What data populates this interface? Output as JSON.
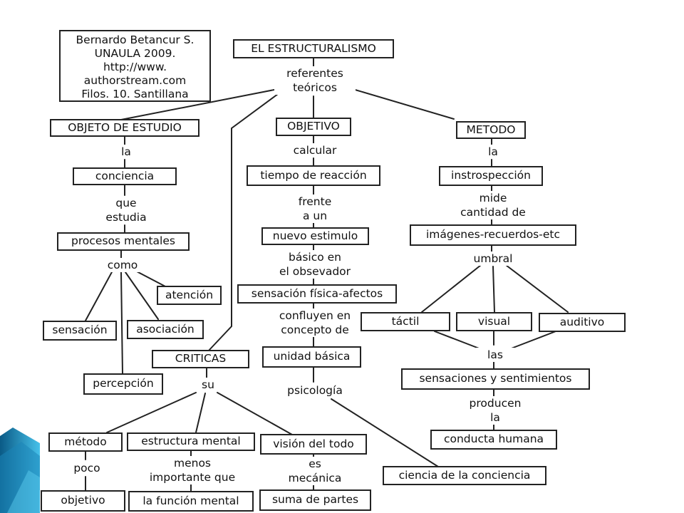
{
  "palette": {
    "line": "#222222",
    "side_gradient_start": "#0a5a86",
    "side_gradient_end": "#46c1ea"
  },
  "credit": [
    "Bernardo Betancur S.",
    "UNAULA 2009.",
    "http://www.",
    "authorstream.com",
    "Filos. 10. Santillana"
  ],
  "root": {
    "title": "EL ESTRUCTURALISMO",
    "link": [
      "referentes",
      "teóricos"
    ]
  },
  "objeto": {
    "title": "OBJETO DE ESTUDIO",
    "link1": "la",
    "concept1": "conciencia",
    "link2": [
      "que",
      "estudia"
    ],
    "concept2": "procesos mentales",
    "link3": "como",
    "items": [
      "atención",
      "sensación",
      "asociación",
      "percepción"
    ]
  },
  "objetivo": {
    "title": "OBJETIVO",
    "link1": "calcular",
    "concept1": "tiempo de reacción",
    "link2": [
      "frente",
      "a un"
    ],
    "concept2": "nuevo estimulo",
    "link3": [
      "básico en",
      "el obsevador"
    ],
    "concept3": "sensación física-afectos",
    "link4": [
      "confluyen en",
      "concepto de"
    ],
    "concept4": "unidad básica",
    "link5": "psicología",
    "concept5": "ciencia de la conciencia"
  },
  "metodo": {
    "title": "METODO",
    "link1": "la",
    "concept1": "instrospección",
    "link2": [
      "mide",
      "cantidad de"
    ],
    "concept2": "imágenes-recuerdos-etc",
    "link3": "umbral",
    "senses": [
      "táctil",
      "visual",
      "auditivo"
    ],
    "link4": "las",
    "concept3": "sensaciones y sentimientos",
    "link5": [
      "producen",
      "la"
    ],
    "concept4": "conducta humana"
  },
  "criticas": {
    "title": "CRITICAS",
    "link": "su",
    "a": {
      "concept": "método",
      "link": "poco",
      "result": "objetivo"
    },
    "b": {
      "concept": "estructura mental",
      "link": [
        "menos",
        "importante que"
      ],
      "result": "la función mental"
    },
    "c": {
      "concept": "visión del todo",
      "link": [
        "es",
        "mecánica"
      ],
      "result": "suma de partes"
    }
  }
}
